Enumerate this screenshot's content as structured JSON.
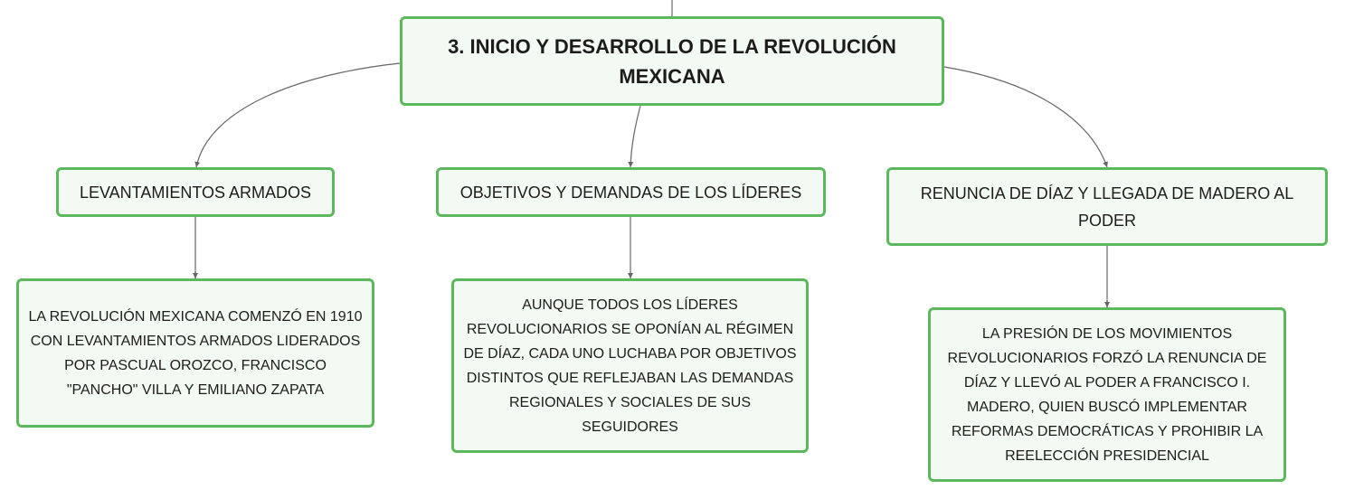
{
  "diagram": {
    "root": {
      "label": "3. INICIO Y DESARROLLO DE LA REVOLUCIÓN MEXICANA"
    },
    "branches": [
      {
        "label": "LEVANTAMIENTOS ARMADOS",
        "detail": "LA REVOLUCIÓN MEXICANA COMENZÓ EN 1910 CON LEVANTAMIENTOS ARMADOS LIDERADOS POR PASCUAL OROZCO, FRANCISCO \"PANCHO\" VILLA Y EMILIANO ZAPATA"
      },
      {
        "label": "OBJETIVOS Y DEMANDAS DE LOS LÍDERES",
        "detail": "AUNQUE TODOS LOS LÍDERES REVOLUCIONARIOS SE OPONÍAN AL RÉGIMEN DE DÍAZ, CADA UNO LUCHABA POR OBJETIVOS DISTINTOS QUE REFLEJABAN LAS DEMANDAS REGIONALES Y SOCIALES DE SUS SEGUIDORES"
      },
      {
        "label": "RENUNCIA DE DÍAZ Y LLEGADA DE MADERO AL PODER",
        "detail": "LA PRESIÓN DE LOS MOVIMIENTOS REVOLUCIONARIOS FORZÓ LA RENUNCIA DE DÍAZ Y LLEVÓ AL PODER A FRANCISCO I. MADERO, QUIEN BUSCÓ IMPLEMENTAR REFORMAS DEMOCRÁTICAS Y PROHIBIR LA REELECCIÓN PRESIDENCIAL"
      }
    ]
  },
  "colors": {
    "node_border": "#5cb85c",
    "node_fill": "#f3f9f3",
    "connector": "#666666",
    "text": "#1c1c1c"
  }
}
